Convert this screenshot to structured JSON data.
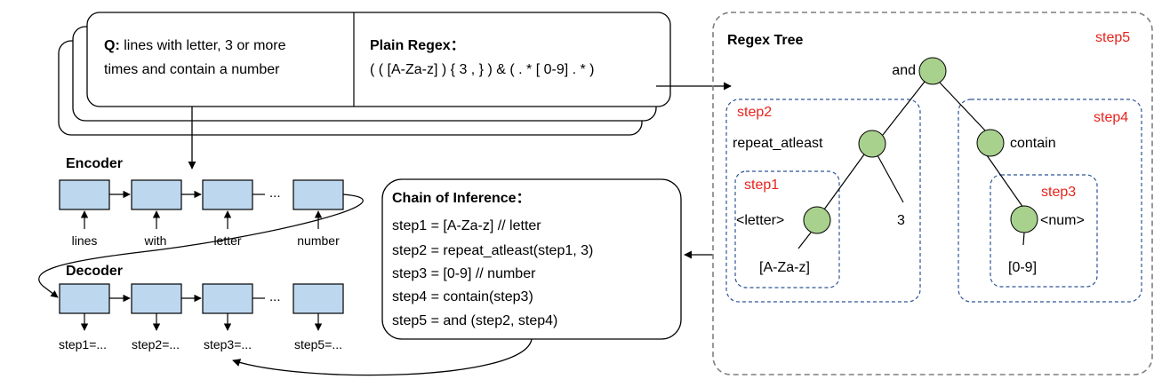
{
  "query_card": {
    "q_prefix": "Q:",
    "q_line1": " lines with letter, 3 or more",
    "q_line2": "times and  contain a number",
    "regex_title": "Plain Regex：",
    "regex_value": "( ( [A-Za-z] ) { 3 , } ) & ( . * [ 0-9] . * )"
  },
  "encoder": {
    "title": "Encoder",
    "ellipsis": "...",
    "inputs": [
      "lines",
      "with",
      "letter",
      "number"
    ]
  },
  "decoder": {
    "title": "Decoder",
    "ellipsis": "...",
    "outputs": [
      "step1=...",
      "step2=...",
      "step3=...",
      "step5=..."
    ]
  },
  "chain": {
    "title": "Chain of Inference：",
    "steps": [
      "step1 = [A-Za-z] // letter",
      "step2 = repeat_atleast(step1, 3)",
      "step3 = [0-9] // number",
      "step4 = contain(step3)",
      "step5 = and (step2, step4)"
    ]
  },
  "tree": {
    "title": "Regex Tree",
    "step_labels": {
      "step5": "step5",
      "step2": "step2",
      "step4": "step4",
      "step1": "step1",
      "step3": "step3"
    },
    "node_labels": {
      "and": "and",
      "repeat": "repeat_atleast",
      "contain": "contain",
      "letter": "<letter>",
      "num": "<num>",
      "three": "3",
      "az": "[A-Za-z]",
      "digits": "[0-9]"
    },
    "colors": {
      "node_fill": "#a9d18e",
      "step_text": "#e8231c",
      "encoder_box": "#bdd7ee",
      "inner_dash": "#2e5597",
      "outer_dash": "#7f7f7f"
    }
  }
}
